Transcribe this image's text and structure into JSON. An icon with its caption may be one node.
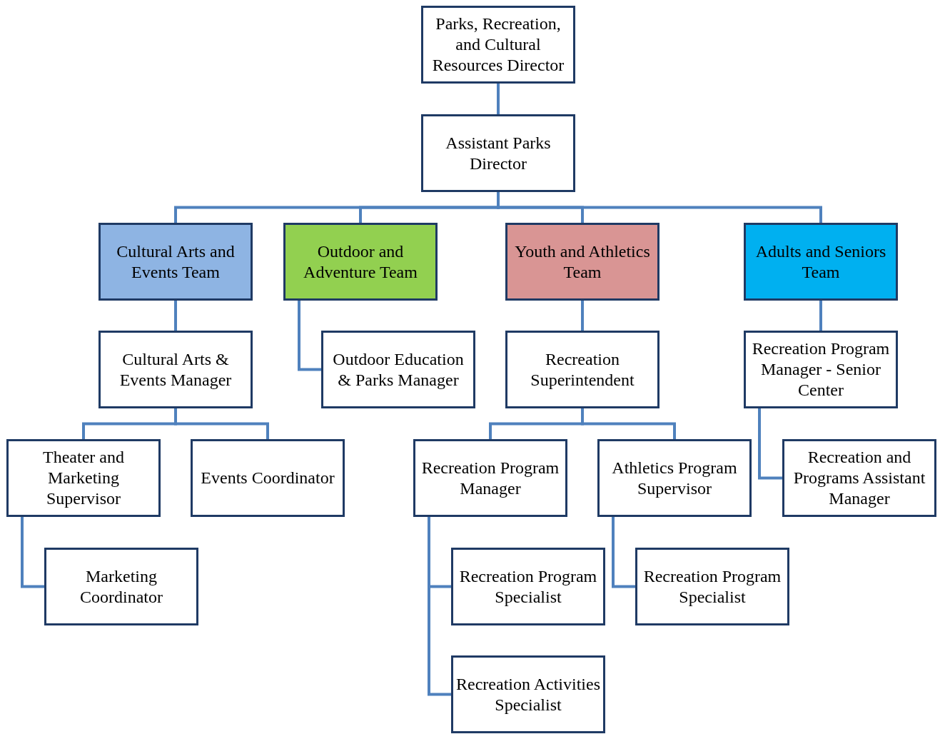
{
  "diagram": {
    "nodes": [
      {
        "text": [
          "Parks, Recreation, and Cultural Resources Director"
        ]
      },
      {
        "text": [
          "Assistant Parks Director"
        ]
      },
      {
        "text": [
          "Cultural Arts and Events Team"
        ]
      },
      {
        "text": [
          "Outdoor and Adventure Team"
        ]
      },
      {
        "text": [
          "Youth and Athletics Team"
        ]
      },
      {
        "text": [
          "Adults and Seniors Team"
        ]
      },
      {
        "text": [
          "Cultural Arts & Events Manager"
        ]
      },
      {
        "text": [
          "Outdoor Education & Parks Manager"
        ]
      },
      {
        "text": [
          "Recreation Superintendent"
        ]
      },
      {
        "text": [
          "Recreation Program Manager - Senior Center"
        ]
      },
      {
        "text": [
          "Theater and Marketing Supervisor"
        ]
      },
      {
        "text": [
          "Events Coordinator"
        ]
      },
      {
        "text": [
          "Recreation Program Manager"
        ]
      },
      {
        "text": [
          "Athletics Program Supervisor"
        ]
      },
      {
        "text": [
          "Recreation and Programs Assistant Manager"
        ]
      },
      {
        "text": [
          "Marketing Coordinator"
        ]
      },
      {
        "text": [
          "Recreation Program Specialist"
        ]
      },
      {
        "text": [
          "Recreation Program Specialist"
        ]
      },
      {
        "text": [
          "Recreation Activities Specialist"
        ]
      }
    ],
    "edges": [
      {
        "from": 0,
        "to": 1,
        "arrow": "none"
      },
      {
        "from": 1,
        "to": 2,
        "arrow": "none"
      },
      {
        "from": 1,
        "to": 3,
        "arrow": "none"
      },
      {
        "from": 1,
        "to": 4,
        "arrow": "none"
      },
      {
        "from": 1,
        "to": 5,
        "arrow": "none"
      },
      {
        "from": 2,
        "to": 6,
        "arrow": "none"
      },
      {
        "from": 3,
        "to": 7,
        "arrow": "none"
      },
      {
        "from": 4,
        "to": 8,
        "arrow": "none"
      },
      {
        "from": 5,
        "to": 9,
        "arrow": "none"
      },
      {
        "from": 6,
        "to": 10,
        "arrow": "none"
      },
      {
        "from": 6,
        "to": 11,
        "arrow": "none"
      },
      {
        "from": 8,
        "to": 12,
        "arrow": "none"
      },
      {
        "from": 8,
        "to": 13,
        "arrow": "none"
      },
      {
        "from": 9,
        "to": 14,
        "arrow": "none"
      },
      {
        "from": 10,
        "to": 15,
        "arrow": "none"
      },
      {
        "from": 12,
        "to": 16,
        "arrow": "none"
      },
      {
        "from": 12,
        "to": 18,
        "arrow": "none"
      },
      {
        "from": 13,
        "to": 17,
        "arrow": "none"
      }
    ]
  }
}
